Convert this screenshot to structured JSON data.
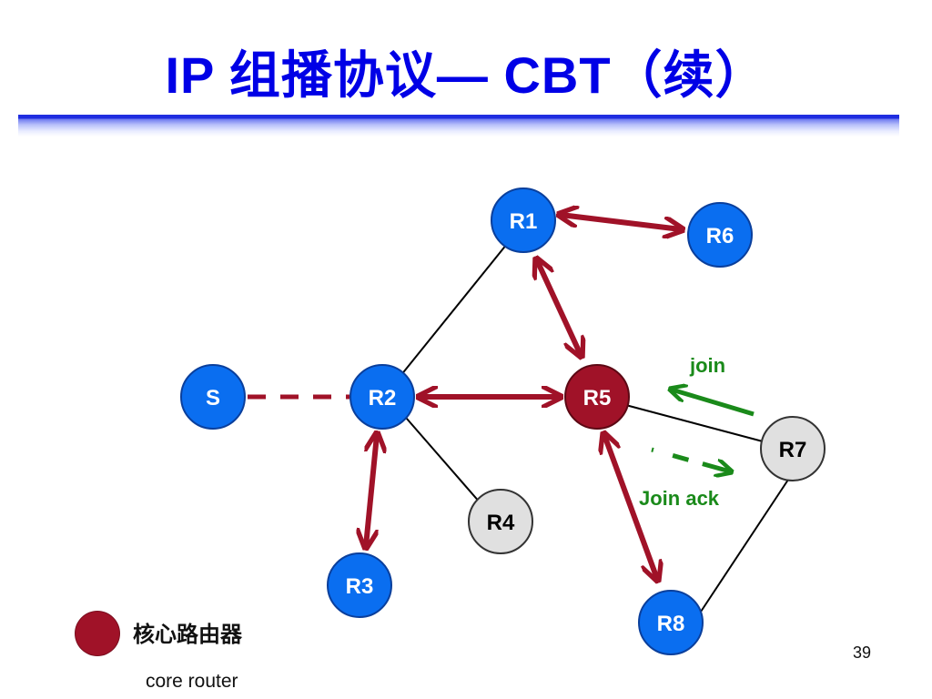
{
  "slide": {
    "title": "IP 组播协议— CBT（续）",
    "page_number": "39"
  },
  "diagram": {
    "nodes": [
      {
        "id": "R1",
        "label": "R1",
        "kind": "member"
      },
      {
        "id": "R6",
        "label": "R6",
        "kind": "member"
      },
      {
        "id": "S",
        "label": "S",
        "kind": "member"
      },
      {
        "id": "R2",
        "label": "R2",
        "kind": "member"
      },
      {
        "id": "R5",
        "label": "R5",
        "kind": "core"
      },
      {
        "id": "R7",
        "label": "R7",
        "kind": "non-member"
      },
      {
        "id": "R4",
        "label": "R4",
        "kind": "non-member"
      },
      {
        "id": "R3",
        "label": "R3",
        "kind": "member"
      },
      {
        "id": "R8",
        "label": "R8",
        "kind": "member"
      }
    ],
    "annotations": {
      "join": "join",
      "join_ack": "Join ack"
    }
  },
  "legend": {
    "label": "核心路由器",
    "sublabel": "core router"
  },
  "colors": {
    "title": "#0000e6",
    "member_node": "#0a6ef0",
    "core_node": "#a01228",
    "non_member_node": "#e0e0e0",
    "tree_arrow": "#a01228",
    "join_arrow": "#1a8a1a"
  }
}
